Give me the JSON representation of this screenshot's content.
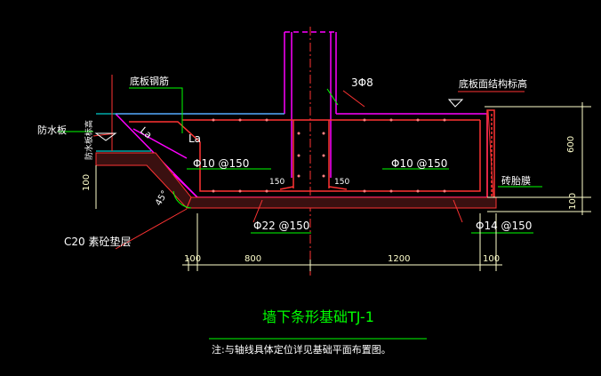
{
  "title": "墙下条形基础TJ-1",
  "note": "注:与轴线具体定位详见基础平面布置图。",
  "labels": {
    "bottom_rebar": "底板钢筋",
    "waterproof_board": "防水板",
    "waterproof_elev": "防水板标高",
    "la_slanted": "La",
    "la": "La",
    "stirrup_top": "3Φ8",
    "bottom_elev": "底板面结构标高",
    "dist_left": "Φ10 @150",
    "dist_right": "Φ10 @150",
    "inner_150_left": "150",
    "inner_150_right": "150",
    "angle": "45°",
    "main_bottom": "Φ22 @150",
    "main_right": "Φ14 @150",
    "brick_membrane": "砖胎膜",
    "cushion": "C20 素砼垫层"
  },
  "dimensions": {
    "height_600": "600",
    "height_100_right": "100",
    "height_100_left": "100",
    "bottom": [
      "100",
      "800",
      "1200",
      "100"
    ]
  },
  "colors": {
    "background": "#000000",
    "concrete_outline": "#ff00ff",
    "rebar": "#ff3333",
    "leader_green": "#00ff00",
    "text_white": "#ffffff",
    "title_green": "#00ff00",
    "dim_yellow": "#ffff99",
    "cyan": "#00ffff"
  }
}
